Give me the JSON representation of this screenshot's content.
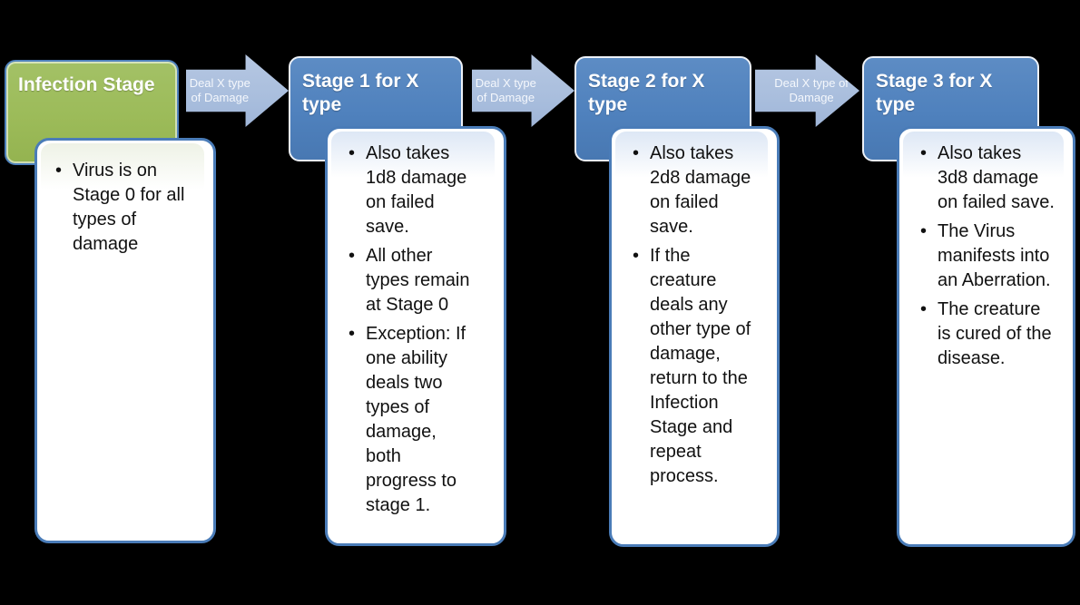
{
  "background_color": "#000000",
  "diagram": {
    "type": "horizontal-process-flow",
    "colors": {
      "infection_header_fill": "#9cbb59",
      "stage_header_fill": "#4f81bd",
      "body_border": "#4a7cb8",
      "body_fill": "#ffffff",
      "arrow_fill": "#a9bedd",
      "header_text": "#ffffff",
      "body_text": "#111111"
    },
    "columns": [
      {
        "header": "Infection Stage",
        "bullets": [
          "Virus is on Stage 0 for all types of damage"
        ]
      },
      {
        "header": "Stage 1 for X type",
        "bullets": [
          "Also takes 1d8 damage on failed save.",
          "All other types remain at Stage 0",
          "Exception: If one ability deals two types of damage, both progress to stage 1."
        ]
      },
      {
        "header": "Stage 2 for X type",
        "bullets": [
          "Also takes 2d8 damage on failed save.",
          "If the creature deals any other type of damage, return to the Infection Stage and repeat process."
        ]
      },
      {
        "header": "Stage 3 for X type",
        "bullets": [
          "Also takes 3d8 damage on failed save.",
          "The Virus manifests into an Aberration.",
          "The creature is cured of the disease."
        ]
      }
    ],
    "arrows": [
      {
        "label": "Deal X type of Damage"
      },
      {
        "label": "Deal X type of Damage"
      },
      {
        "label": "Deal X type of Damage"
      }
    ]
  }
}
